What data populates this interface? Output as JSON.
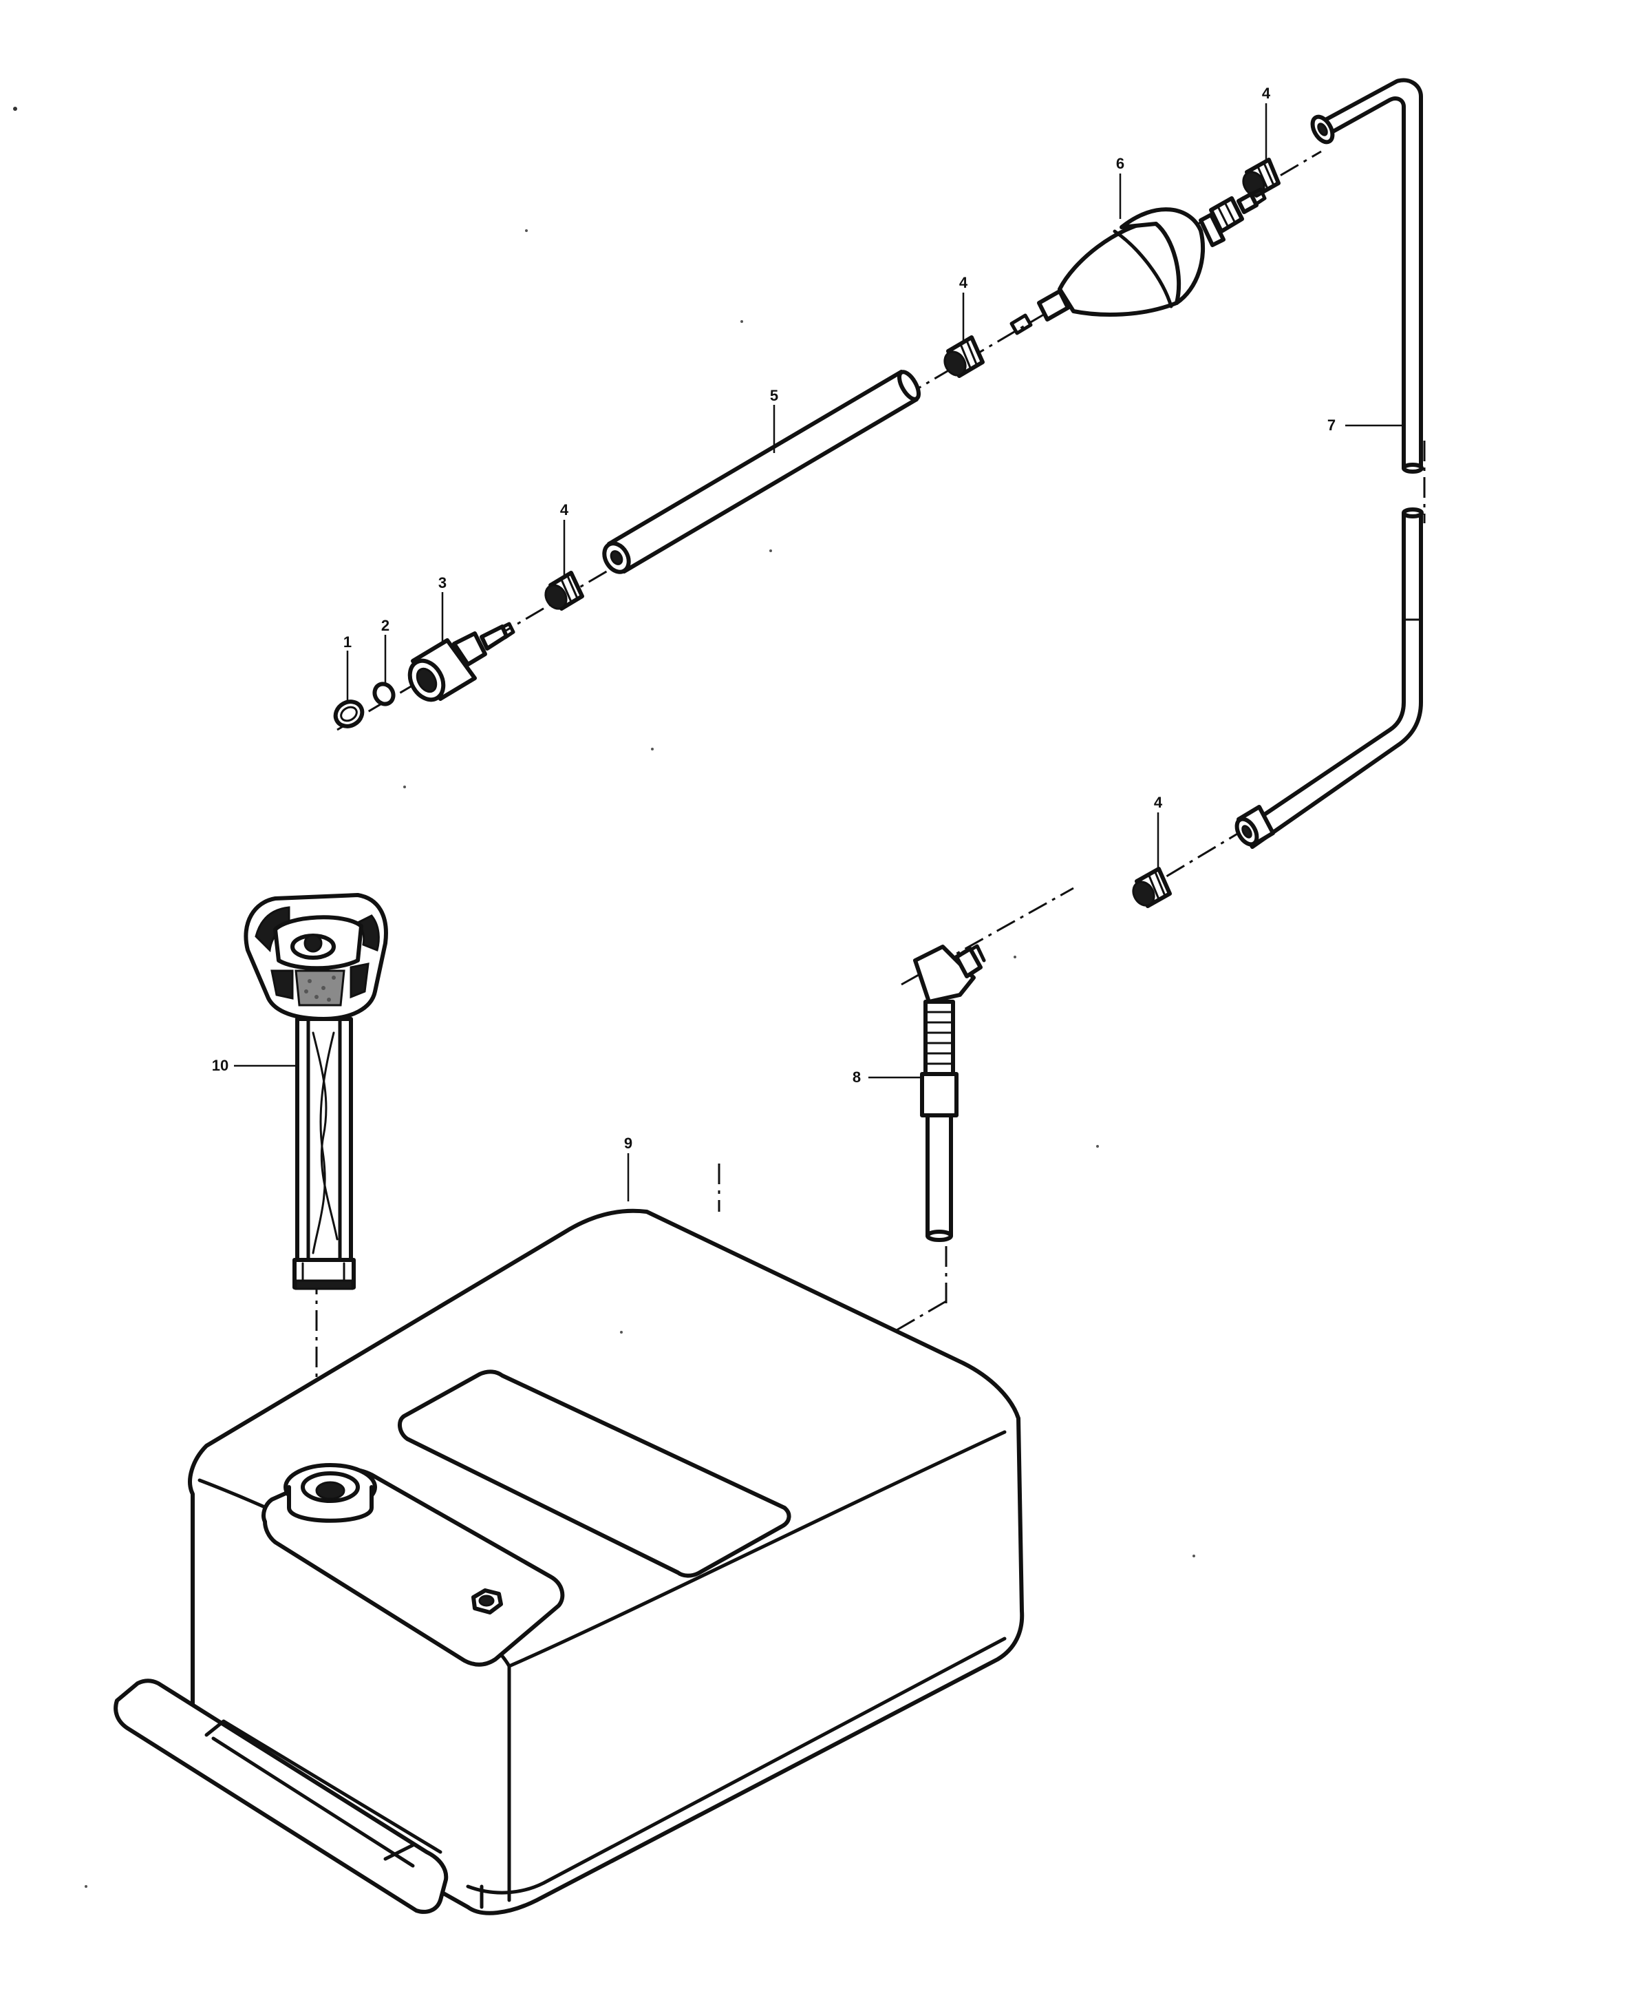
{
  "callouts": {
    "c1": "1",
    "c2": "2",
    "c3": "3",
    "c4a": "4",
    "c4b": "4",
    "c4c": "4",
    "c4d": "4",
    "c5": "5",
    "c6": "6",
    "c7": "7",
    "c8": "8",
    "c9": "9",
    "c10": "10"
  }
}
